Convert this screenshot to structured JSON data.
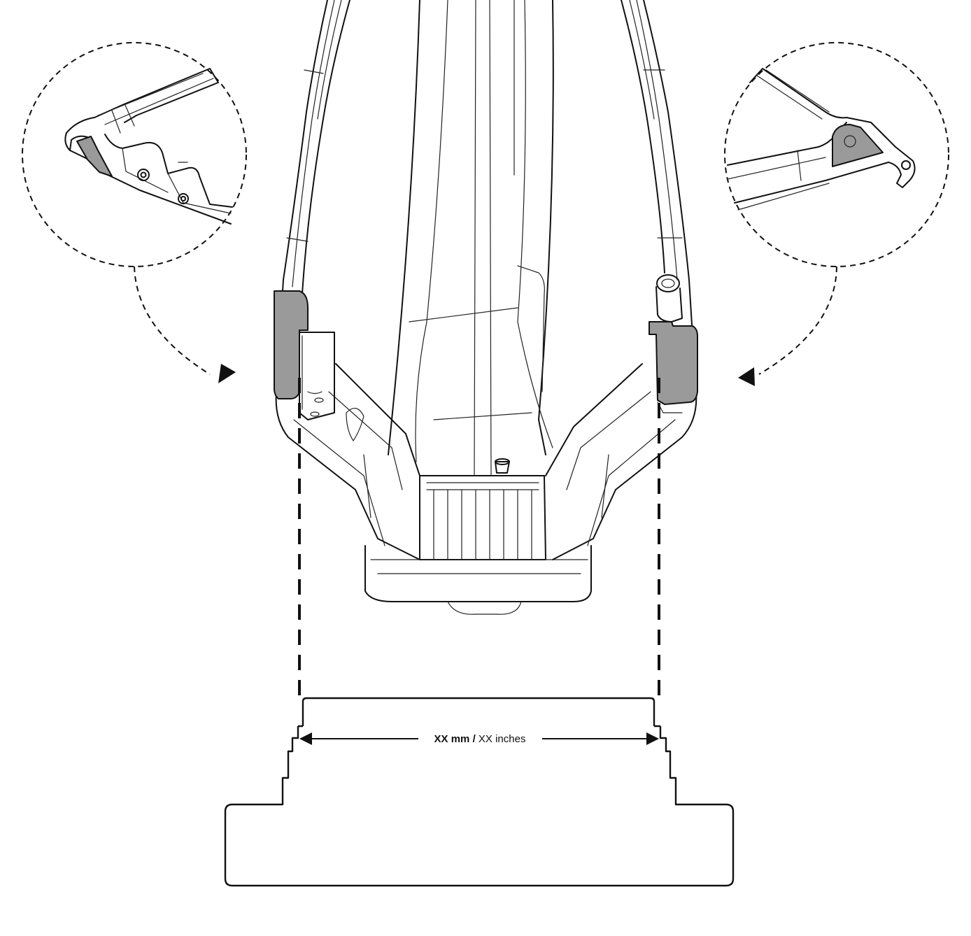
{
  "measurement": {
    "value_bold": "XX mm /",
    "value_rest": " XX inches"
  },
  "callouts": [
    {
      "id": "left-detail",
      "depicts": "left-dropout-contact-area"
    },
    {
      "id": "right-detail",
      "depicts": "right-dropout-contact-area"
    }
  ],
  "colors": {
    "line": "#111111",
    "highlight": "#9a9a9a",
    "background": "#ffffff"
  }
}
